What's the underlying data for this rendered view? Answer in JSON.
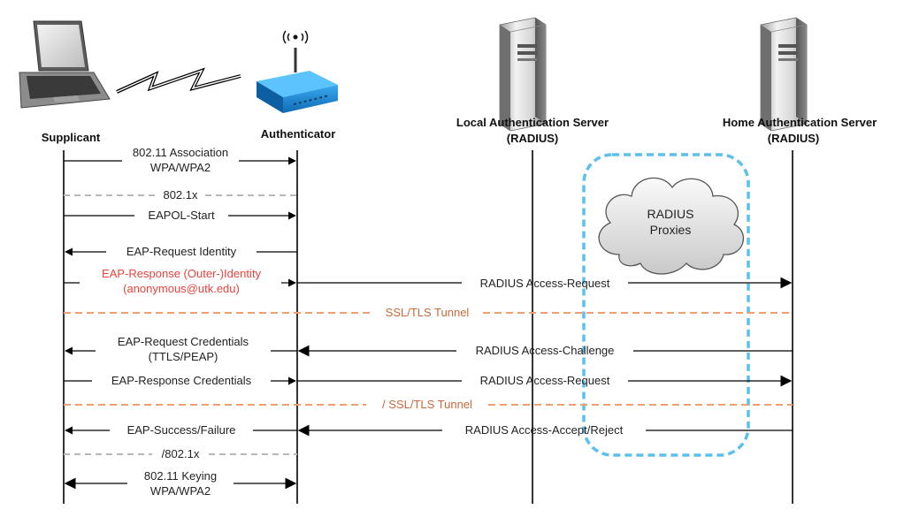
{
  "entities": {
    "supplicant": "Supplicant",
    "authenticator": "Authenticator",
    "local_server": [
      "Local Authentication Server",
      "(RADIUS)"
    ],
    "home_server": [
      "Home Authentication Server",
      "(RADIUS)"
    ]
  },
  "proxies_label": [
    "RADIUS",
    "Proxies"
  ],
  "messages": {
    "assoc": [
      "802.11 Association",
      "WPA/WPA2"
    ],
    "dot1x_start": "802.1x",
    "eapol_start": "EAPOL-Start",
    "eap_req_identity": "EAP-Request Identity",
    "eap_resp_identity": [
      "EAP-Response (Outer-)Identity",
      "(anonymous@utk.edu)"
    ],
    "radius_access_request_1": "RADIUS Access-Request",
    "ssl_tunnel_start": "SSL/TLS Tunnel",
    "eap_req_creds": [
      "EAP-Request Credentials",
      "(TTLS/PEAP)"
    ],
    "radius_access_challenge": "RADIUS Access-Challenge",
    "eap_resp_creds": "EAP-Response Credentials",
    "radius_access_request_2": "RADIUS Access-Request",
    "ssl_tunnel_end": "/ SSL/TLS Tunnel",
    "eap_success": "EAP-Success/Failure",
    "radius_accept_reject": "RADIUS Access-Accept/Reject",
    "dot1x_end": "/802.1x",
    "keying": [
      "802.11 Keying",
      "WPA/WPA2"
    ]
  },
  "colors": {
    "line": "#000000",
    "dashed_gray": "#b8b8b8",
    "tunnel_orange": "#f0a070",
    "identity_red": "#e8443c",
    "proxy_box_blue": "#5bc0eb"
  },
  "icons": [
    "laptop-icon",
    "lightning-link-icon",
    "wireless-router-icon",
    "server-icon"
  ]
}
